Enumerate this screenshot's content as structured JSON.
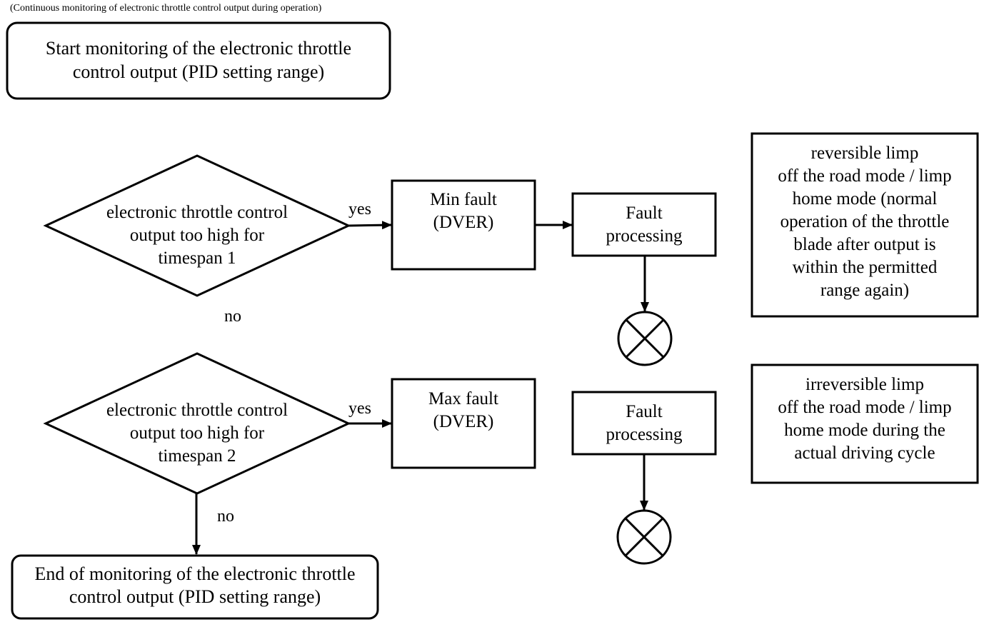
{
  "diagram": {
    "caption": "(Continuous monitoring of electronic throttle control output during operation)",
    "start": {
      "line1": "Start monitoring of the electronic throttle",
      "line2": "control output (PID setting range)"
    },
    "decision1": {
      "line1": "electronic throttle control",
      "line2": "output too high for",
      "line3": "timespan 1"
    },
    "decision2": {
      "line1": "electronic throttle control",
      "line2": "output too high for",
      "line3": "timespan 2"
    },
    "min_fault": {
      "line1": "Min fault",
      "line2": "(DVER)"
    },
    "max_fault": {
      "line1": "Max fault",
      "line2": "(DVER)"
    },
    "fault_processing_1": {
      "line1": "Fault",
      "line2": "processing"
    },
    "fault_processing_2": {
      "line1": "Fault",
      "line2": "processing"
    },
    "note_reversible": {
      "lines": [
        "reversible limp",
        "off the road mode / limp",
        "home mode (normal",
        "operation of the throttle",
        "blade after output is",
        "within the permitted",
        "range again)"
      ]
    },
    "note_irreversible": {
      "lines": [
        "irreversible limp",
        "off the road mode / limp",
        "home mode during the",
        "actual driving cycle"
      ]
    },
    "edge_yes_1": "yes",
    "edge_no_1": "no",
    "edge_yes_2": "yes",
    "edge_no_2": "no",
    "end": {
      "line1": "End of monitoring of the electronic throttle",
      "line2": "control output (PID setting range)"
    }
  }
}
